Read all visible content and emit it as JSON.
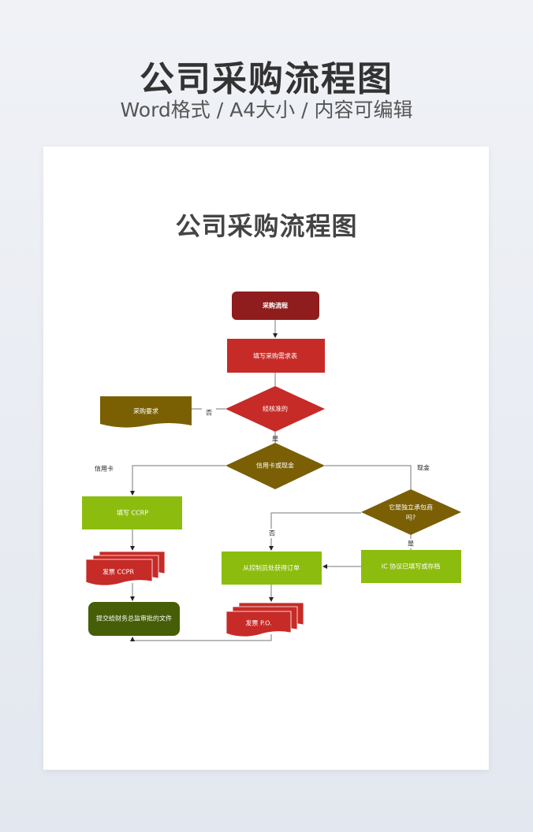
{
  "header": {
    "title": "公司采购流程图",
    "subtitle": "Word格式 / A4大小 / 内容可编辑"
  },
  "document": {
    "title": "公司采购流程图"
  },
  "flowchart": {
    "start": "采购流程",
    "fill_request": "填写采购需求表",
    "approved": "经核准的",
    "no_label_1": "否",
    "requirements": "采购要求",
    "yes_label_1": "是",
    "card_or_cash": "信用卡或现金",
    "credit_card_label": "信用卡",
    "cash_label": "现金",
    "fill_ccrp": "填写 CCRP",
    "independent_contractor_1": "它是独立承包商",
    "independent_contractor_2": "吗?",
    "no_label_2": "否",
    "yes_label_2": "是",
    "ic_agreement": "IC 协议已填写或存档",
    "get_order": "从控制员处获得订单",
    "invoice_ccpr": "发票 CCPR",
    "submit_docs": "提交给财务总监审批的文件",
    "invoice_po": "发票  P.O."
  },
  "colors": {
    "dark_red": "#8f1d1d",
    "red": "#c62b27",
    "olive": "#7a5f05",
    "green": "#8cbd0e",
    "dark_green": "#455e07"
  }
}
